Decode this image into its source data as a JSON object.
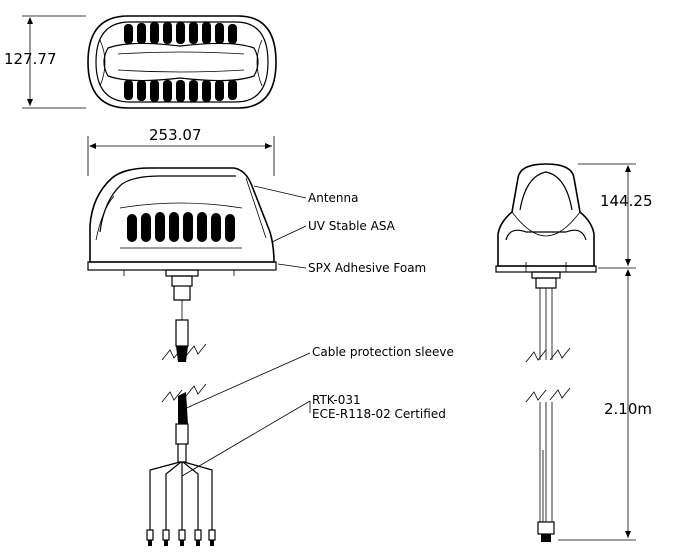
{
  "dimensions": {
    "top_view_depth": "127.77",
    "front_view_width": "253.07",
    "side_view_height": "144.25",
    "cable_length": "2.10m"
  },
  "callouts": {
    "antenna": "Antenna",
    "uv_stable": "UV Stable ASA",
    "adhesive_foam": "SPX Adhesive Foam",
    "cable_sleeve": "Cable protection sleeve",
    "model_number": "RTK-031",
    "certification": "ECE-R118-02 Certified"
  }
}
